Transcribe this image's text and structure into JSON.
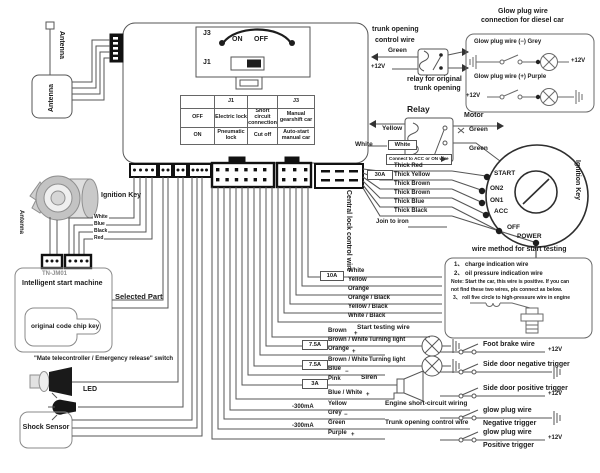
{
  "antenna_top": {
    "label": "Antenna",
    "box_label": "Antenna"
  },
  "main_unit": {
    "j3": "J3",
    "j1": "J1",
    "on": "ON",
    "off": "OFF",
    "table": {
      "h_j1": "J1",
      "h_j3": "J3",
      "r1": [
        "OFF",
        "Electric lock",
        "Short circuit connection",
        "Manual gearshift car"
      ],
      "r2": [
        "ON",
        "Pneumatic lock",
        "Cut off",
        "Auto-start manual car"
      ]
    }
  },
  "trunk": {
    "l1": "trunk opening",
    "l2": "control wire",
    "green": "Green",
    "v12": "+12V",
    "cap1": "relay for original",
    "cap2": "trunk opening"
  },
  "glow": {
    "t1": "Glow plug wire",
    "t2": "connection for diesel car",
    "neg": "Glow plug wire (−) Grey",
    "neg_v12": "+12V",
    "pos": "Glow plug wire (+) Purple",
    "pos_v12": "+12V"
  },
  "relay": {
    "title": "Relay",
    "yellow": "Yellow",
    "white1": "White",
    "white2": "White",
    "note": "Connect to ACC or ON wire",
    "motor": "Motor",
    "green1": "Green",
    "green2": "Green"
  },
  "thick": {
    "fuse": "30A",
    "w": [
      "Thick Red",
      "Thick Yellow",
      "Thick Brown",
      "Thick Brown",
      "Thick Blue",
      "Thick Black"
    ],
    "join": "Join to iron"
  },
  "ignition": {
    "label": "Ignition Key",
    "pos": [
      "START",
      "ON2",
      "ON1",
      "ACC",
      "OFF",
      "POWER"
    ]
  },
  "keyarea": {
    "label": "Ignition Key",
    "antenna": "Antenna",
    "w": [
      "White",
      "Blue",
      "Black",
      "Red"
    ]
  },
  "machine": {
    "model": "TN-JM01",
    "name": "Intelligent start machine",
    "chip": "original code chip key",
    "selected": "Selected Part"
  },
  "left": {
    "switch": "\"Mate telecontroller / Emergency release\" switch",
    "led": "LED",
    "shock": "Shock Sensor"
  },
  "bus": {
    "label": "Central lock control wire"
  },
  "test": {
    "title": "wire method for start testing",
    "l1": "1、 charge indication wire",
    "l2": "2、 oil pressure indication wire",
    "n1": "Note: Start the car, this wire is positive. If you can",
    "n2": "not find these two wires, pls connect as below.",
    "l3": "3、 roll five circle to high-pressure wire in engine"
  },
  "rows": [
    {
      "fuse": "10A",
      "color": "White",
      "sign": "",
      "dest": ""
    },
    {
      "fuse": "",
      "color": "Yellow",
      "sign": "",
      "dest": ""
    },
    {
      "fuse": "",
      "color": "Orange",
      "sign": "",
      "dest": ""
    },
    {
      "fuse": "",
      "color": "Orange / Black",
      "sign": "",
      "dest": ""
    },
    {
      "fuse": "",
      "color": "Yellow / Black",
      "sign": "",
      "dest": ""
    },
    {
      "fuse": "",
      "color": "White / Black",
      "sign": "",
      "dest": ""
    },
    {
      "fuse": "",
      "color": "Brown",
      "sign": "+",
      "dest": "Start testing wire"
    },
    {
      "fuse": "7.5A",
      "color": "Brown / White",
      "sign": "",
      "dest": "Turning light"
    },
    {
      "fuse": "",
      "color": "Orange",
      "sign": "+",
      "dest": ""
    },
    {
      "fuse": "7.5A",
      "color": "Brown / White",
      "sign": "",
      "dest": "Turning light"
    },
    {
      "fuse": "",
      "color": "Blue",
      "sign": "−",
      "dest": ""
    },
    {
      "fuse": "3A",
      "color": "Pink",
      "sign": "",
      "dest": "Siren"
    },
    {
      "fuse": "",
      "color": "Blue / White",
      "sign": "+",
      "dest": ""
    },
    {
      "fuse": "-300mA",
      "color": "Yellow",
      "sign": "",
      "dest": "Engine short-circuit wiring"
    },
    {
      "fuse": "",
      "color": "Grey",
      "sign": "−",
      "dest": ""
    },
    {
      "fuse": "-300mA",
      "color": "Green",
      "sign": "",
      "dest": "Trunk opening control wire"
    },
    {
      "fuse": "",
      "color": "Purple",
      "sign": "+",
      "dest": ""
    }
  ],
  "right_rows": [
    {
      "label": "Foot brake wire",
      "label2": "",
      "end": "+12V"
    },
    {
      "label": "Side door negative trigger",
      "label2": "",
      "end": ""
    },
    {
      "label": "Side door positive trigger",
      "label2": "",
      "end": "+12V"
    },
    {
      "label": "glow plug wire",
      "label2": "Negative trigger",
      "end": ""
    },
    {
      "label": "glow plug wire",
      "label2": "Positive trigger",
      "end": "+12V"
    }
  ]
}
